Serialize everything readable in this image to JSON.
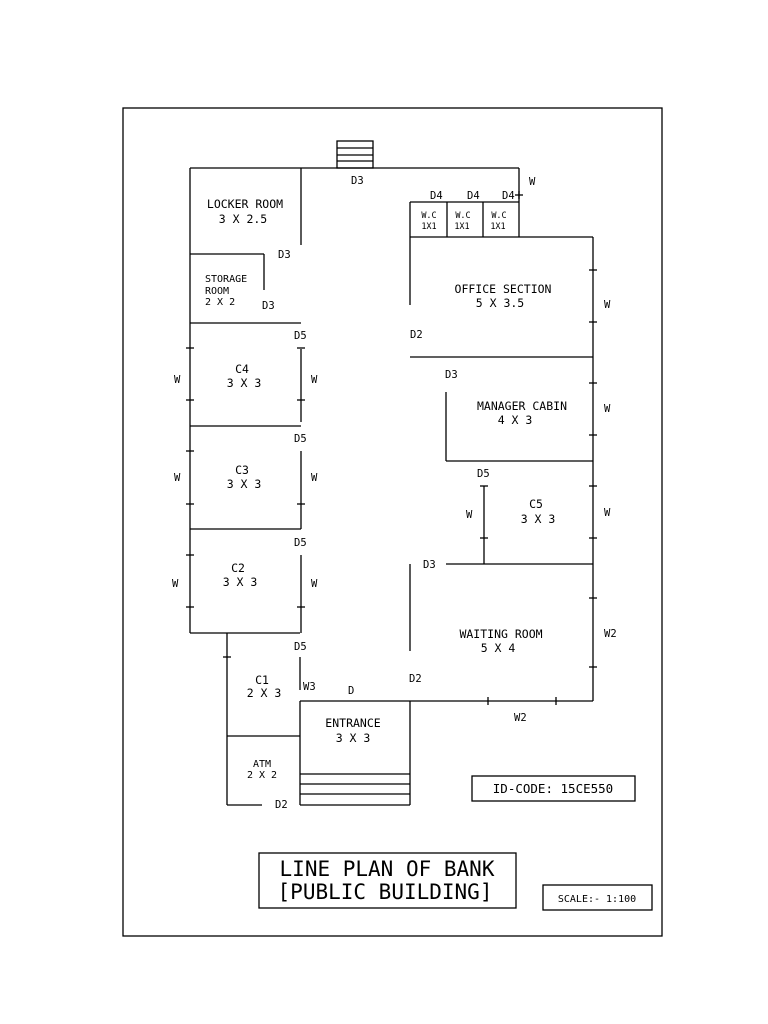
{
  "rooms": {
    "locker": {
      "name": "LOCKER ROOM",
      "size": "3 X 2.5"
    },
    "storage": {
      "line1": "STORAGE",
      "line2": "ROOM",
      "size": "2 X 2"
    },
    "c4": {
      "name": "C4",
      "size": "3 X 3"
    },
    "c3": {
      "name": "C3",
      "size": "3 X 3"
    },
    "c2": {
      "name": "C2",
      "size": "3 X 3"
    },
    "c1": {
      "name": "C1",
      "size": "2 X 3"
    },
    "atm": {
      "name": "ATM",
      "size": "2 X 2"
    },
    "entrance": {
      "name": "ENTRANCE",
      "size": "3 X 3"
    },
    "office": {
      "name": "OFFICE SECTION",
      "size": "5 X 3.5"
    },
    "manager": {
      "name": "MANAGER CABIN",
      "size": "4 X 3"
    },
    "c5": {
      "name": "C5",
      "size": "3 X 3"
    },
    "waiting": {
      "name": "WAITING ROOM",
      "size": "5 X 4"
    },
    "wc1": {
      "name": "W.C",
      "size": "1X1"
    },
    "wc2": {
      "name": "W.C",
      "size": "1X1"
    },
    "wc3": {
      "name": "W.C",
      "size": "1X1"
    }
  },
  "labels": {
    "d3_top": "D3",
    "w_top_right": "W",
    "d4_a": "D4",
    "d4_b": "D4",
    "d4_c": "D4",
    "d3_locker": "D3",
    "d3_storage": "D3",
    "d5_c4": "D5",
    "d5_c3": "D5",
    "d5_c2": "D5",
    "d5_c1": "D5",
    "w_c4_left": "W",
    "w_c4_right": "W",
    "w_c3_left": "W",
    "w_c3_right": "W",
    "w_c2_left": "W",
    "w_c2_right": "W",
    "d2_office": "D2",
    "w_office": "W",
    "d3_manager": "D3",
    "w_manager": "W",
    "d5_c5": "D5",
    "w_c5_left": "W",
    "w_c5_right": "W",
    "d3_waiting": "D3",
    "w2_waiting": "W2",
    "d2_waiting": "D2",
    "w3_c1": "W3",
    "d_entrance": "D",
    "w2_bottom": "W2",
    "d2_atm": "D2"
  },
  "title_block": {
    "line1": "LINE PLAN OF BANK",
    "line2": "[PUBLIC BUILDING]",
    "id_code": "ID-CODE: 15CE550",
    "scale": "SCALE:- 1:100"
  }
}
